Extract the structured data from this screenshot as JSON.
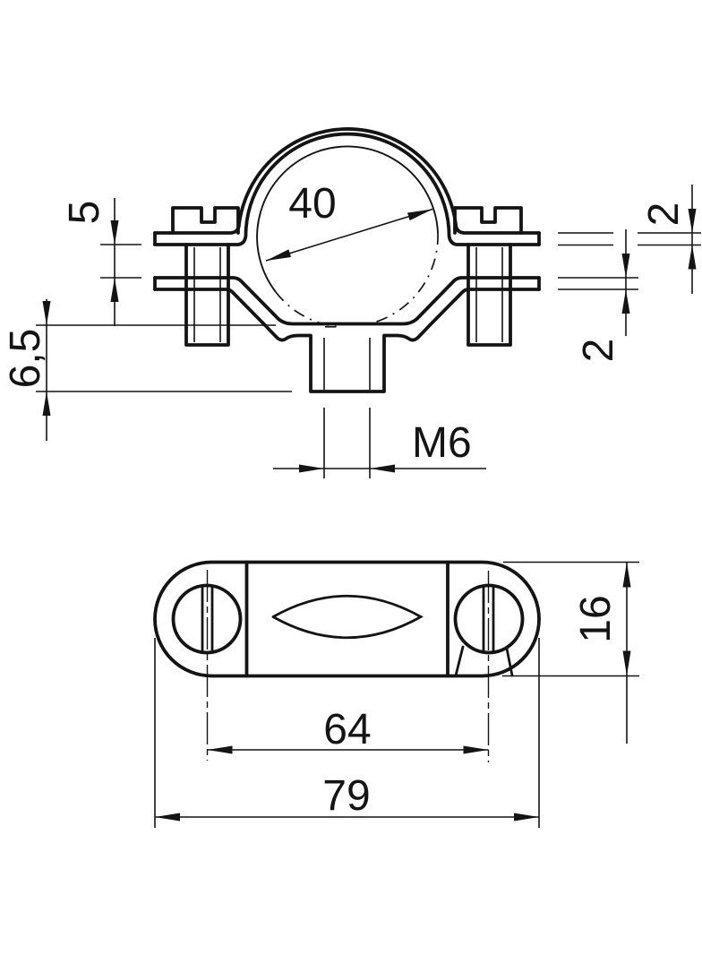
{
  "colors": {
    "line": "#141414",
    "background": "#ffffff"
  },
  "front_view": {
    "diameter": "40",
    "gap": "5",
    "boss_height": "6,5",
    "upper_flange_thickness": "2",
    "lower_flange_thickness": "2",
    "thread": "M6"
  },
  "bottom_view": {
    "screw_spacing": "64",
    "overall_length": "79",
    "body_width": "16"
  }
}
